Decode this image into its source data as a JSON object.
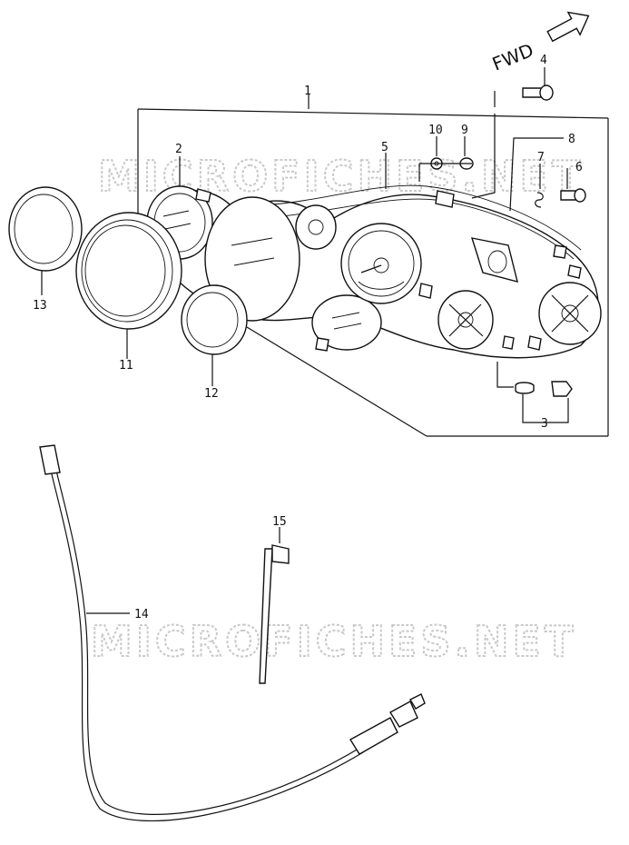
{
  "watermark": "MICROFICHES.NET",
  "direction": {
    "label": "FWD",
    "icon": "arrow-right-icon"
  },
  "callouts": [
    {
      "id": "1",
      "text": "1"
    },
    {
      "id": "2",
      "text": "2"
    },
    {
      "id": "3",
      "text": "3"
    },
    {
      "id": "4",
      "text": "4"
    },
    {
      "id": "5",
      "text": "5"
    },
    {
      "id": "6",
      "text": "6"
    },
    {
      "id": "7",
      "text": "7"
    },
    {
      "id": "8",
      "text": "8"
    },
    {
      "id": "9",
      "text": "9"
    },
    {
      "id": "10",
      "text": "10"
    },
    {
      "id": "11",
      "text": "11"
    },
    {
      "id": "12",
      "text": "12"
    },
    {
      "id": "13",
      "text": "13"
    },
    {
      "id": "14",
      "text": "14"
    },
    {
      "id": "15",
      "text": "15"
    }
  ]
}
